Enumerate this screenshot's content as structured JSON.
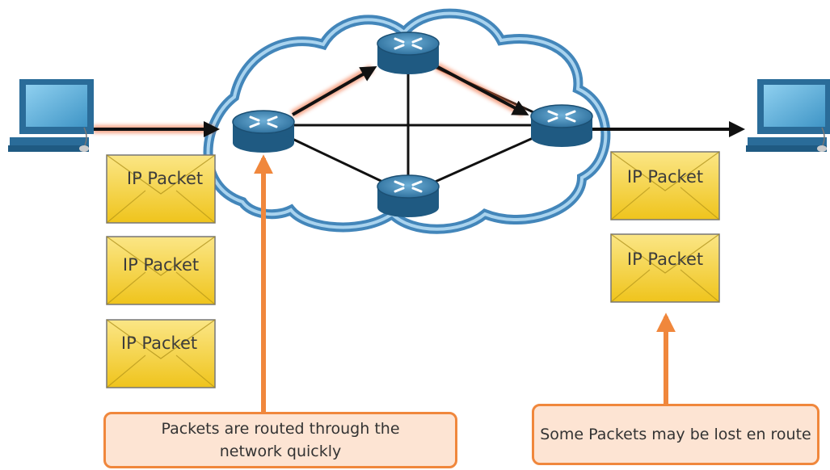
{
  "packets_left": [
    "IP Packet",
    "IP Packet",
    "IP Packet"
  ],
  "packets_right": [
    "IP Packet",
    "IP Packet"
  ],
  "callout_left": "Packets are routed through the network quickly",
  "callout_right": "Some Packets may be lost en route",
  "colors": {
    "cloud": "#2f7ab3",
    "router": "#2f6f9c",
    "envelope": "#f5cf2b",
    "callout_fill": "#fde4d3",
    "callout_border": "#f0873c",
    "path_glow": "#f06b3a"
  },
  "icons": {
    "source": "computer-icon",
    "destination": "computer-icon",
    "router": "router-icon",
    "packet": "envelope-icon"
  }
}
